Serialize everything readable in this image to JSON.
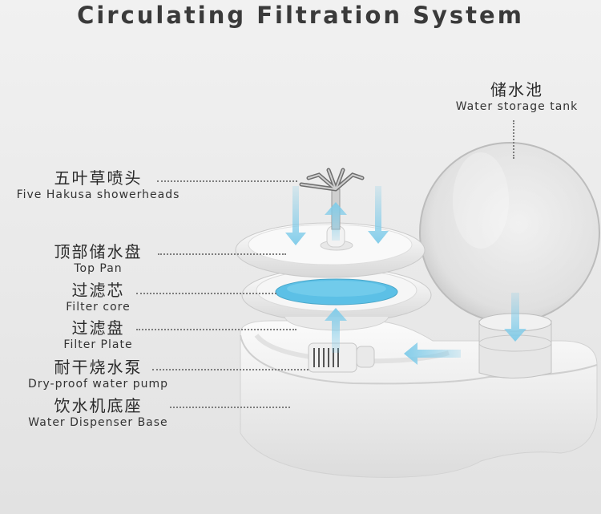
{
  "title": "Circulating Filtration System",
  "labels": {
    "tank": {
      "cn": "储水池",
      "en": "Water storage tank"
    },
    "shower": {
      "cn": "五叶草喷头",
      "en": "Five Hakusa showerheads"
    },
    "top_pan": {
      "cn": "顶部储水盘",
      "en": "Top Pan"
    },
    "filter_core": {
      "cn": "过滤芯",
      "en": "Filter core"
    },
    "filter_plate": {
      "cn": "过滤盘",
      "en": "Filter Plate"
    },
    "pump": {
      "cn": "耐干烧水泵",
      "en": "Dry-proof water pump"
    },
    "base": {
      "cn": "饮水机底座",
      "en": "Water Dispenser Base"
    }
  },
  "colors": {
    "flow_arrow": "#7ecbe9",
    "filter_core": "#5cc0e6",
    "plastic": "#f4f4f4"
  },
  "icons": [
    "flow-arrow-icon"
  ]
}
